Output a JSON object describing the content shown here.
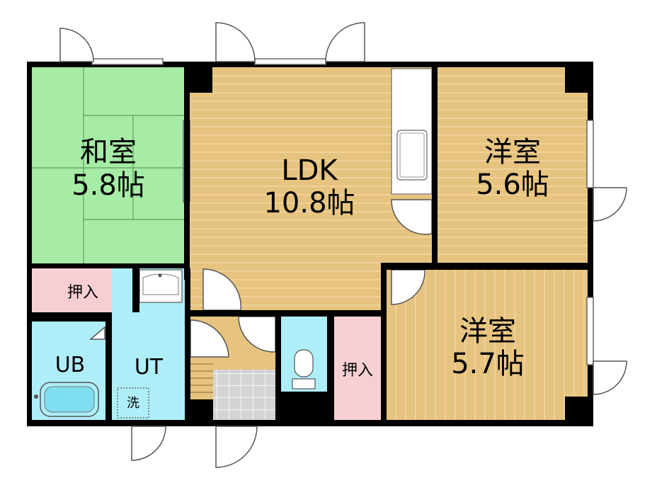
{
  "rooms": {
    "washitsu": {
      "name": "和室",
      "size": "5.8帖"
    },
    "ldk": {
      "name": "LDK",
      "size": "10.8帖"
    },
    "youshitsu1": {
      "name": "洋室",
      "size": "5.6帖"
    },
    "youshitsu2": {
      "name": "洋室",
      "size": "5.7帖"
    },
    "oshiire1": {
      "name": "押入"
    },
    "oshiire2": {
      "name": "押入"
    },
    "ub": {
      "name": "UB"
    },
    "ut": {
      "name": "UT"
    },
    "washer": {
      "name": "洗"
    }
  },
  "colors": {
    "wall": "#000000",
    "tatami": "#a6eba6",
    "wood_ldk": "#e6c37f",
    "wood_room": "#e6c37f",
    "wood_stripe": "#f2d9a6",
    "closet": "#f7cfd3",
    "wet_area": "#aeeef8",
    "entrance_tile": "#d9d9d9",
    "hall": "#e6c37f",
    "fixture": "#ffffff"
  }
}
